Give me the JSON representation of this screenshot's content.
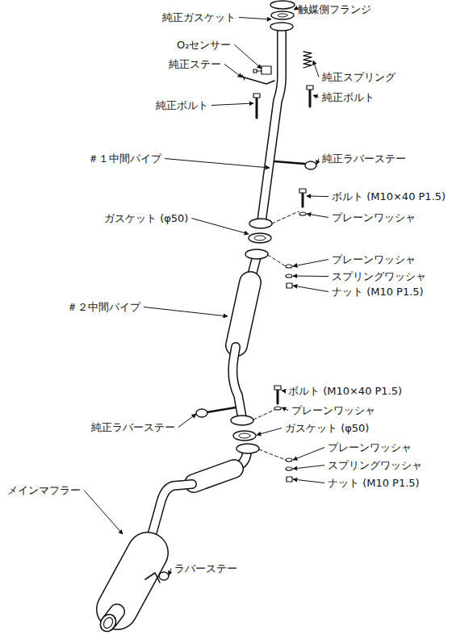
{
  "diagram": {
    "labels": [
      "純正ガスケット",
      "触媒側フランジ",
      "O₂センサー",
      "純正ステー",
      "純正スプリング",
      "純正ボルト",
      "純正ボルト",
      "＃１中間パイプ",
      "純正ラバーステー",
      "ボルト (M10×40 P1.5)",
      "プレーンワッシャ",
      "ガスケット (φ50)",
      "プレーンワッシャ",
      "スプリングワッシャ",
      "ナット (M10 P1.5)",
      "＃２中間パイプ",
      "ボルト (M10×40 P1.5)",
      "プレーンワッシャ",
      "純正ラバーステー",
      "ガスケット (φ50)",
      "プレーンワッシャ",
      "スプリングワッシャ",
      "ナット (M10 P1.5)",
      "メインマフラー",
      "ラバーステー"
    ]
  }
}
